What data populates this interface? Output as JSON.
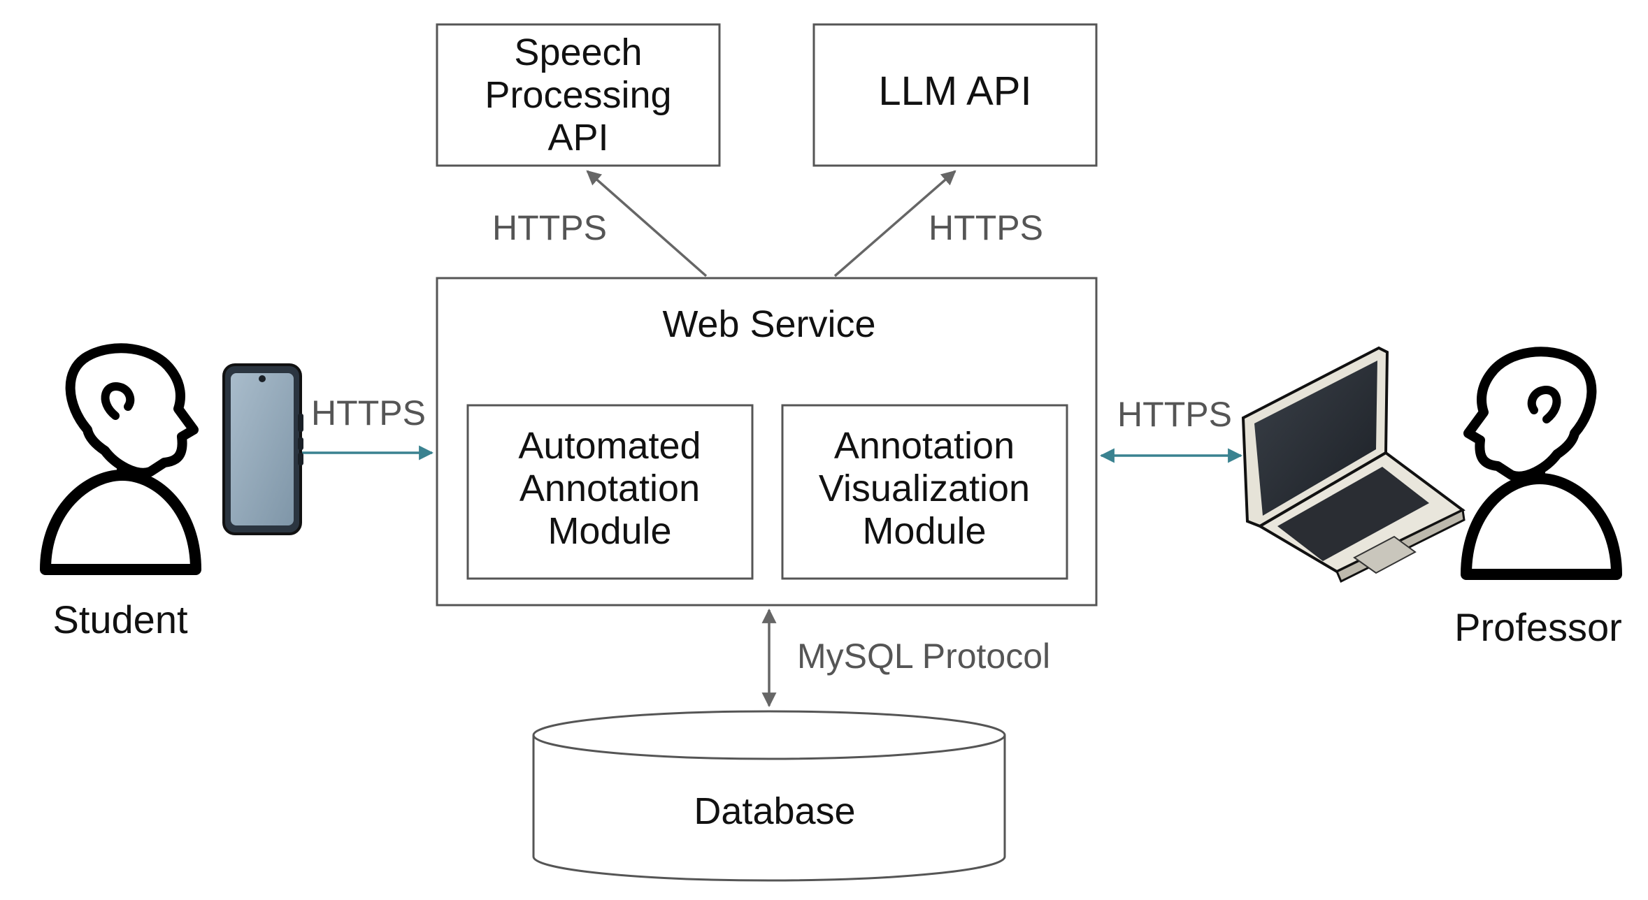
{
  "boxes": {
    "speech_api": [
      "Speech",
      "Processing",
      "API"
    ],
    "llm_api": "LLM API",
    "web_service": "Web Service",
    "automated_module": [
      "Automated",
      "Annotation",
      "Module"
    ],
    "visualization_module": [
      "Annotation",
      "Visualization",
      "Module"
    ],
    "database": "Database"
  },
  "connections": {
    "web_to_speech": "HTTPS",
    "web_to_llm": "HTTPS",
    "student_to_web": "HTTPS",
    "web_professor": "HTTPS",
    "web_database": "MySQL Protocol"
  },
  "actors": {
    "student": "Student",
    "professor": "Professor"
  },
  "icons": {
    "student": "person-icon",
    "professor": "person-icon",
    "phone": "smartphone-icon",
    "laptop": "laptop-icon"
  },
  "colors": {
    "box_stroke": "#555555",
    "arrow_gray": "#666666",
    "arrow_teal": "#3a8290",
    "text": "#111111",
    "label_gray": "#555555"
  }
}
